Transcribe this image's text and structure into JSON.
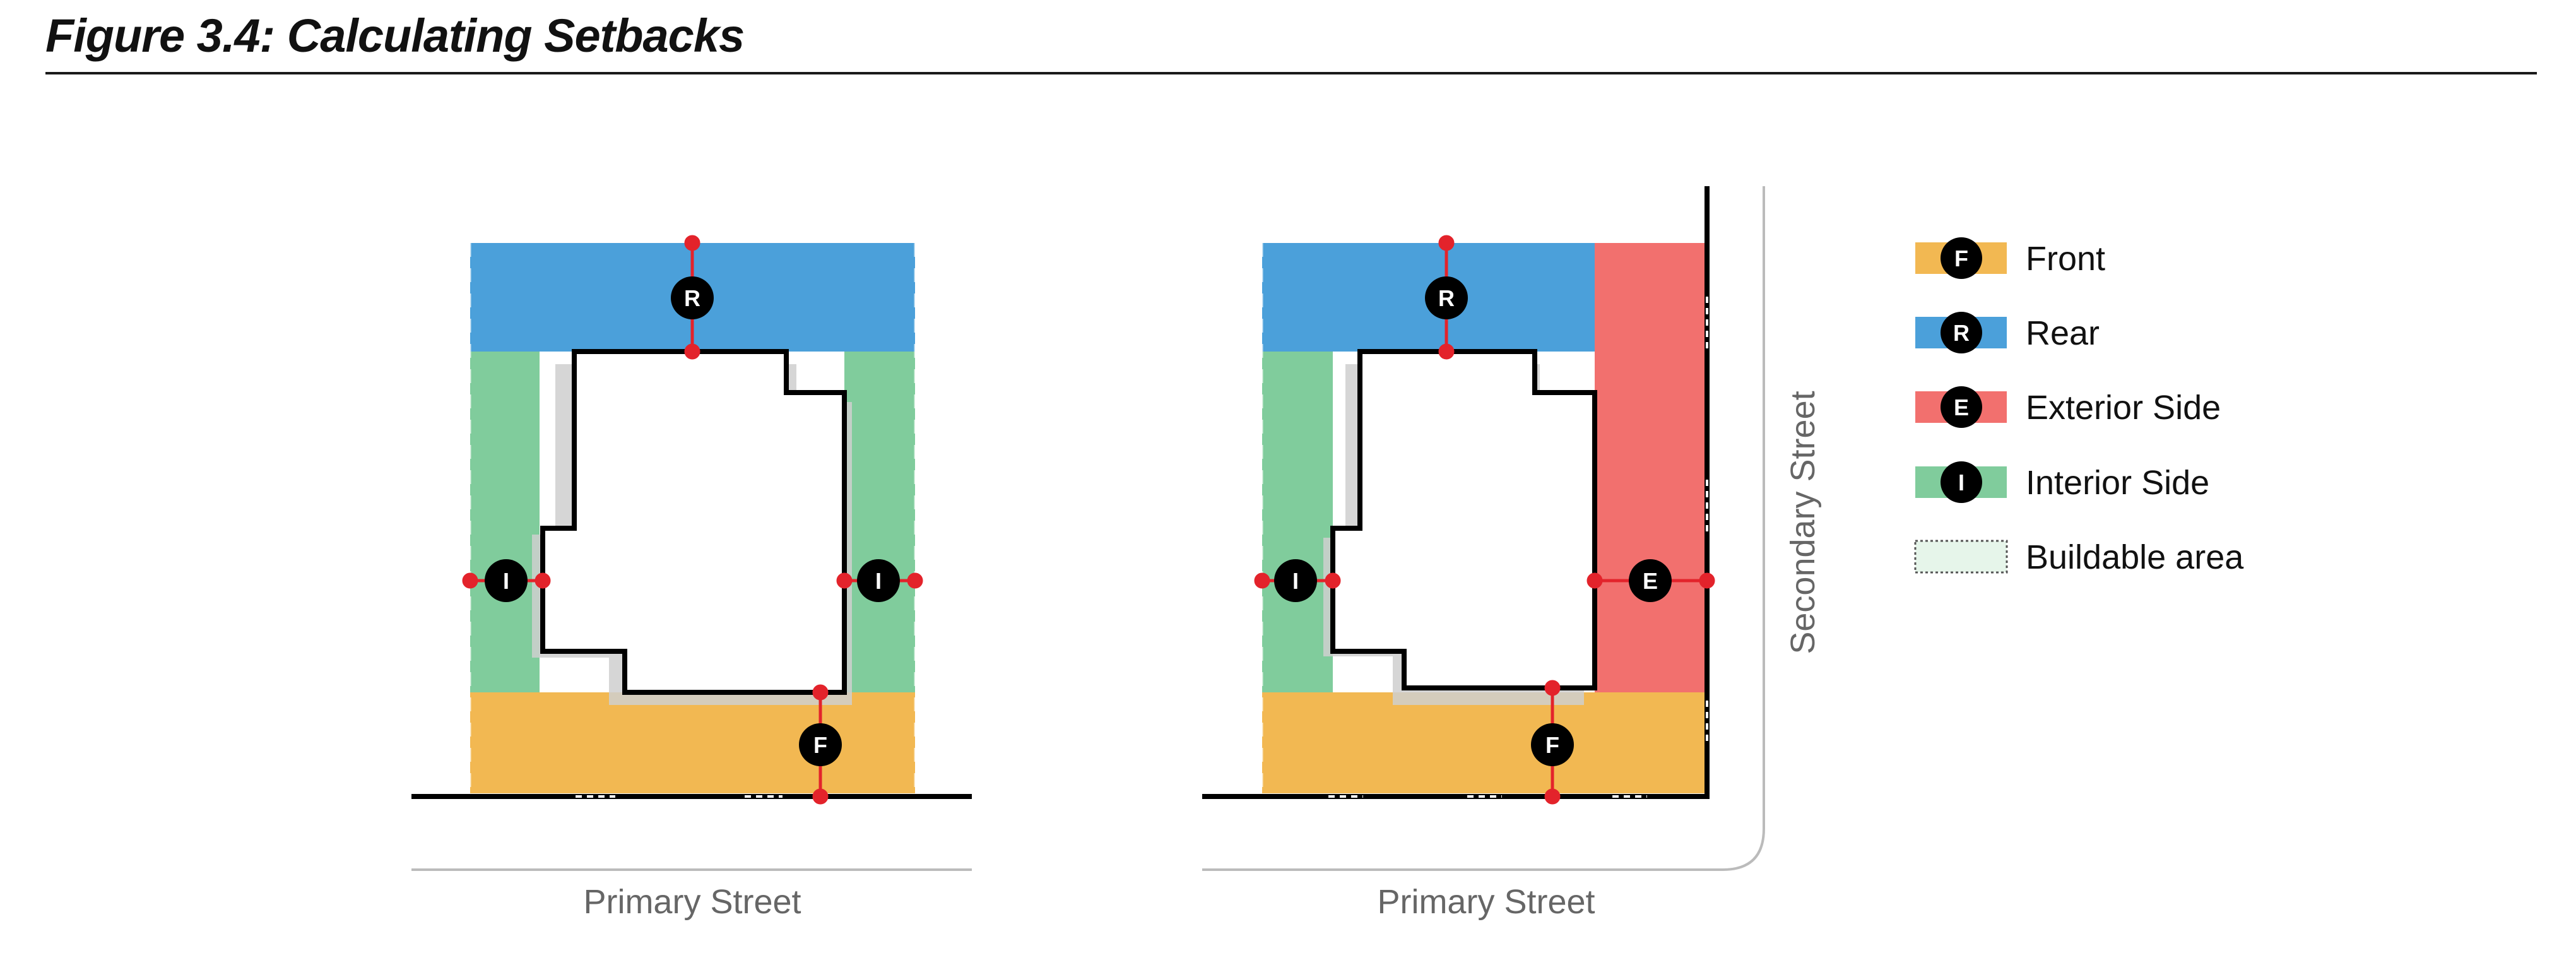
{
  "figure": {
    "title": "Figure 3.4: Calculating Setbacks"
  },
  "diagrams": [
    {
      "street_label": "Primary Street"
    },
    {
      "street_label": "Primary Street",
      "secondary_street_label": "Secondary Street"
    }
  ],
  "badges": {
    "front": "F",
    "rear": "R",
    "exterior_side": "E",
    "interior_side": "I"
  },
  "legend": [
    {
      "key": "front",
      "letter": "F",
      "label": "Front",
      "color": "#F2B852"
    },
    {
      "key": "rear",
      "letter": "R",
      "label": "Rear",
      "color": "#4BA0DA"
    },
    {
      "key": "exterior_side",
      "letter": "E",
      "label": "Exterior Side",
      "color": "#F2706E"
    },
    {
      "key": "interior_side",
      "letter": "I",
      "label": "Interior Side",
      "color": "#80CC9C"
    },
    {
      "key": "buildable_area",
      "letter": "",
      "label": "Buildable area",
      "color": "#E6F5EA"
    }
  ],
  "colors": {
    "marker": "#E3232B",
    "building_outline": "#000000",
    "street_line": "#000000",
    "badge_fill": "#000000"
  }
}
